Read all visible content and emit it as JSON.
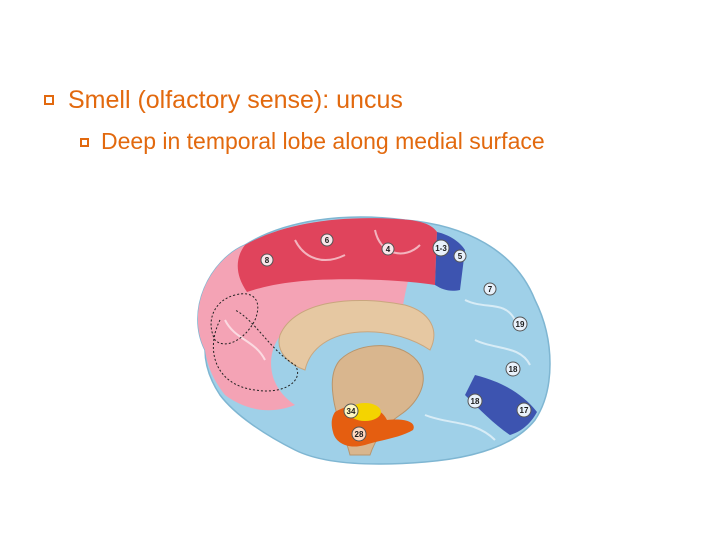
{
  "slide": {
    "bullet_1": "Smell (olfactory sense): uncus",
    "bullet_2": "Deep in temporal lobe along medial surface"
  },
  "diagram": {
    "labels": [
      "6",
      "4",
      "8",
      "1-3",
      "5",
      "7",
      "19",
      "18",
      "18",
      "17",
      "34",
      "28"
    ],
    "colors": {
      "frontal": "#f4a3b5",
      "motor": "#e0445c",
      "parietal": "#9fd0e8",
      "visual": "#3d54b0",
      "callosum": "#e6c8a2",
      "olfactory": "#e55e10",
      "olfactory_highlight": "#f4d400"
    }
  }
}
